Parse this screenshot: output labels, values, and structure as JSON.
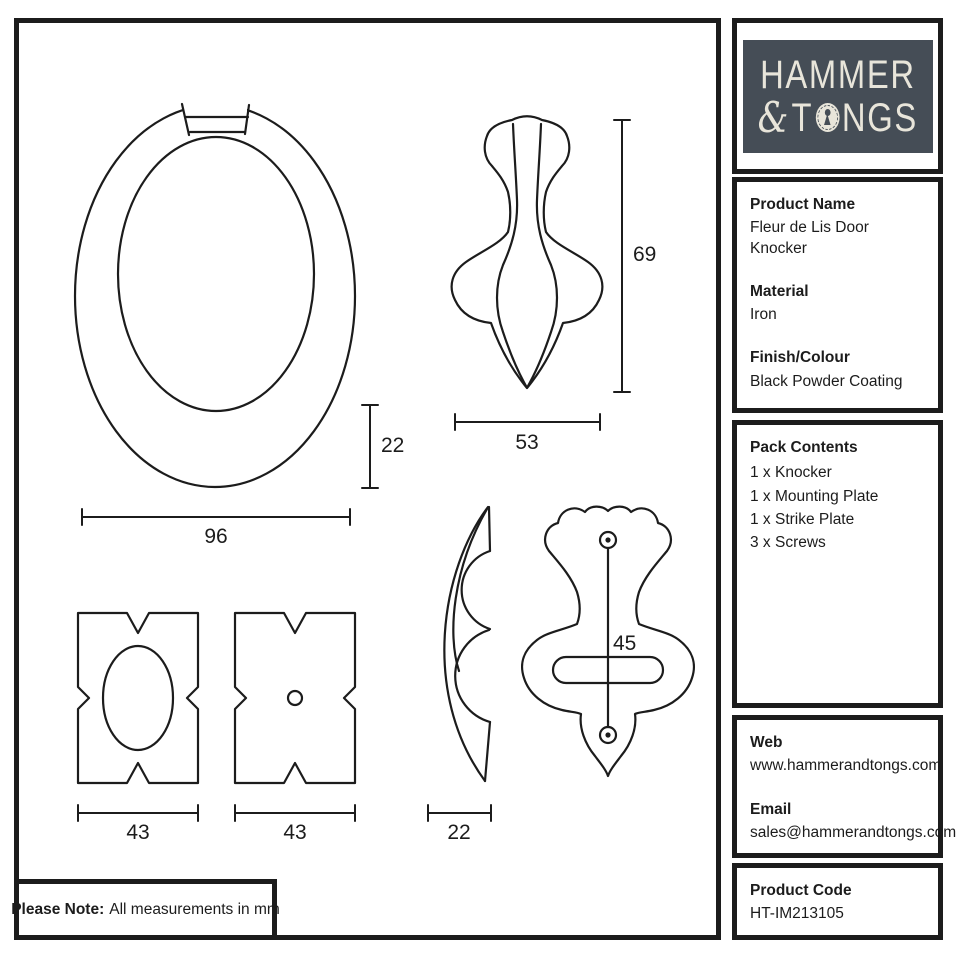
{
  "brand": {
    "line1": "HAMMER",
    "ampersand": "&",
    "tongs_before_o": "T",
    "tongs_after_o": "NGS"
  },
  "info": {
    "product_name_label": "Product Name",
    "product_name": "Fleur de Lis Door Knocker",
    "material_label": "Material",
    "material": "Iron",
    "finish_label": "Finish/Colour",
    "finish": "Black Powder Coating"
  },
  "pack": {
    "title": "Pack Contents",
    "items": [
      "1 x Knocker",
      "1 x Mounting Plate",
      "1 x Strike Plate",
      "3 x Screws"
    ]
  },
  "contact": {
    "web_label": "Web",
    "web": "www.hammerandtongs.com",
    "email_label": "Email",
    "email": "sales@hammerandtongs.com"
  },
  "product_code": {
    "label": "Product Code",
    "value": "HT-IM213105"
  },
  "note": {
    "bold": "Please Note:",
    "text": "All measurements in mm"
  },
  "dimensions": {
    "ring_width": "96",
    "ring_thickness": "22",
    "plate_width": "53",
    "plate_height": "69",
    "strike_width_1": "43",
    "strike_width_2": "43",
    "profile_depth": "22",
    "hole_spacing": "45"
  },
  "colors": {
    "line": "#1c1c1c",
    "logo_background": "#454d56",
    "logo_text": "#e8e5da"
  }
}
